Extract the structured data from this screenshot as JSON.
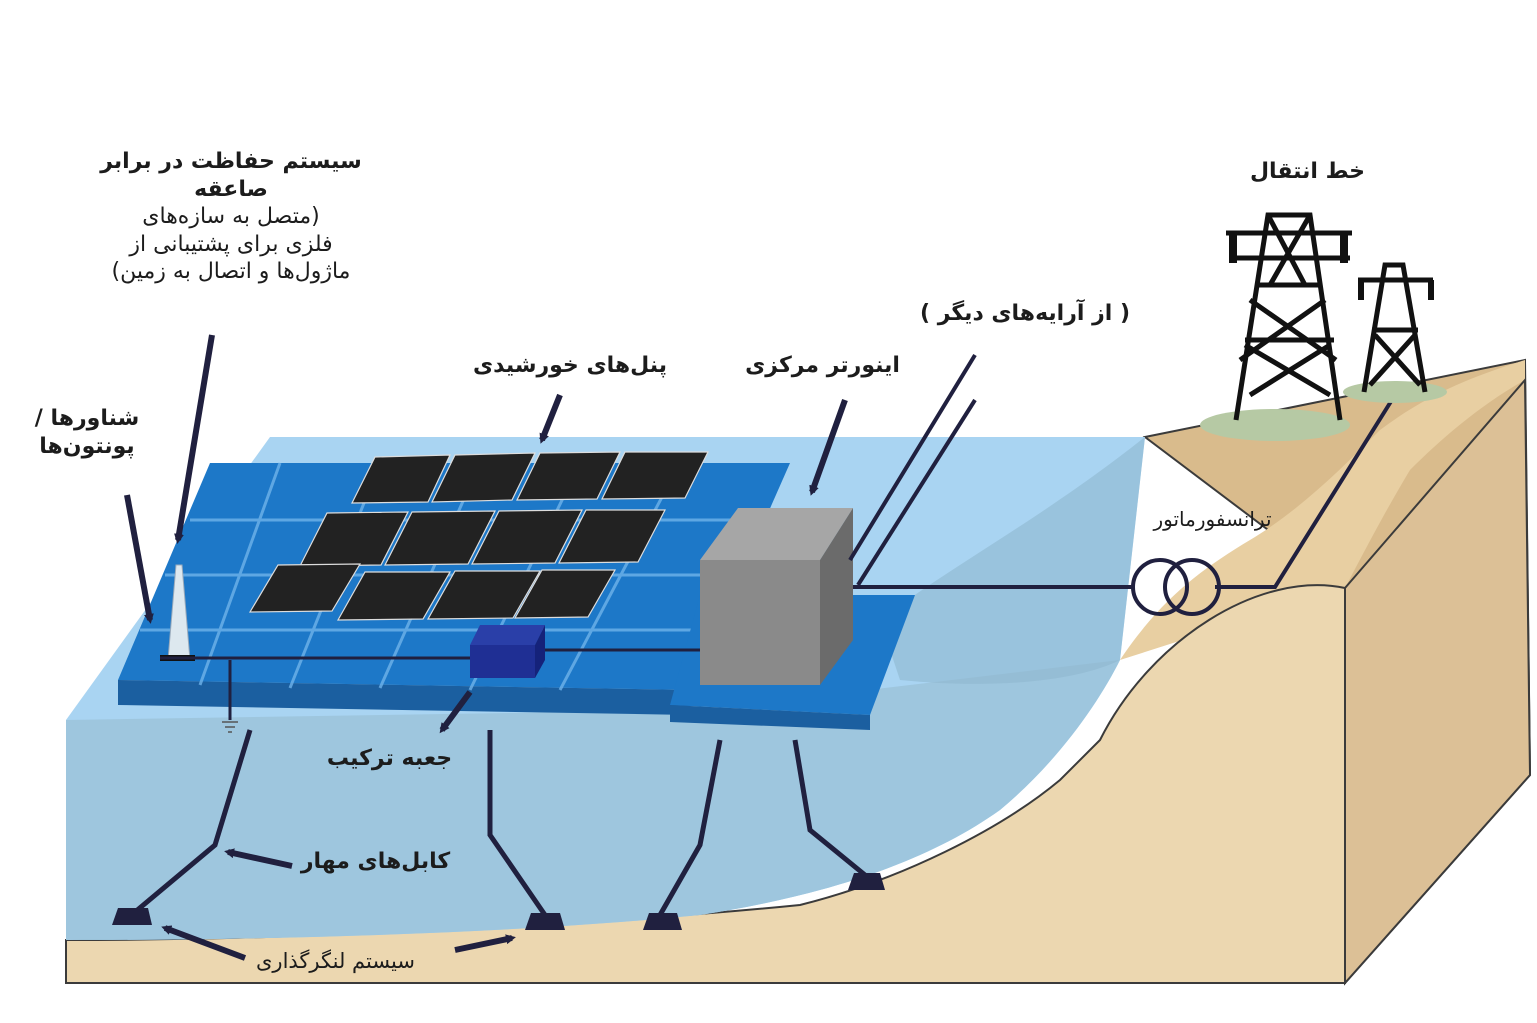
{
  "labels": {
    "lightning": {
      "line1": "سیستم حفاظت در برابر",
      "line2": "صاعقه",
      "line3": "(متصل به سازه‌های",
      "line4": "فلزی برای پشتیبانی از",
      "line5": "ماژول‌ها و اتصال به زمین)"
    },
    "floats": {
      "line1": "شناورها /",
      "line2": "پونتون‌ها"
    },
    "solar_panels": "پنل‌های خورشیدی",
    "central_inverter": "اینورتر مرکزی",
    "from_other_arrays": "( از آرایه‌های دیگر )",
    "transmission_line": "خط انتقال",
    "transformer": "ترانسفورماتور",
    "combiner_box": "جعبه ترکیب",
    "mooring_cables": "کابل‌های مهار",
    "anchoring_system": "سیستم لنگرگذاری"
  },
  "colors": {
    "water_surface": "#a9d4f2",
    "water_front": "#a8cde6",
    "water_deep": "#8fb8cf",
    "float_blue": "#1d78c8",
    "float_top": "#2a89d8",
    "panel": "#222222",
    "inverter": "#8a8a8a",
    "soil": "#ecd7b0",
    "soil_edge": "#3b3b3b",
    "cable": "#20203f",
    "grass": "#b6c9a4"
  }
}
